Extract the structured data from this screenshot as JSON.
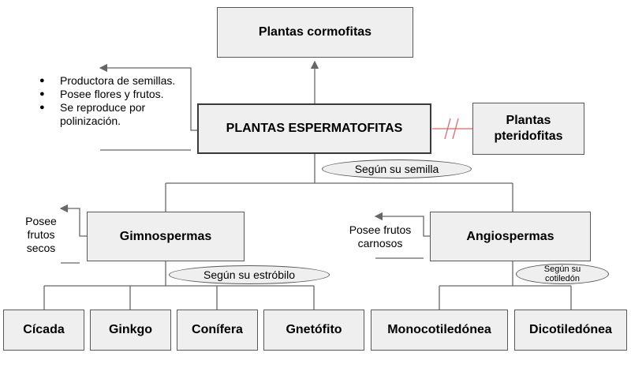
{
  "top_box": "Plantas cormofitas",
  "main_box": "PLANTAS ESPERMATOFITAS",
  "right_box": "Plantas pteridofitas",
  "features": [
    "Productora de semillas.",
    "Posee flores y frutos.",
    "Se reproduce por polinización."
  ],
  "criterion_semilla": "Según su semilla",
  "gimnospermas": {
    "label": "Gimnospermas",
    "note": "Posee frutos secos",
    "criterion": "Según su estróbilo",
    "children": [
      "Cícada",
      "Ginkgo",
      "Conífera",
      "Gnetófito"
    ]
  },
  "angiospermas": {
    "label": "Angiospermas",
    "note": "Posee frutos carnosos",
    "criterion": "Según su cotiledón",
    "children": [
      "Monocotiledónea",
      "Dicotiledónea"
    ]
  },
  "colors": {
    "box_fill": "#efefef",
    "border": "#595959",
    "line": "#666666",
    "red_mark": "#e06666"
  }
}
